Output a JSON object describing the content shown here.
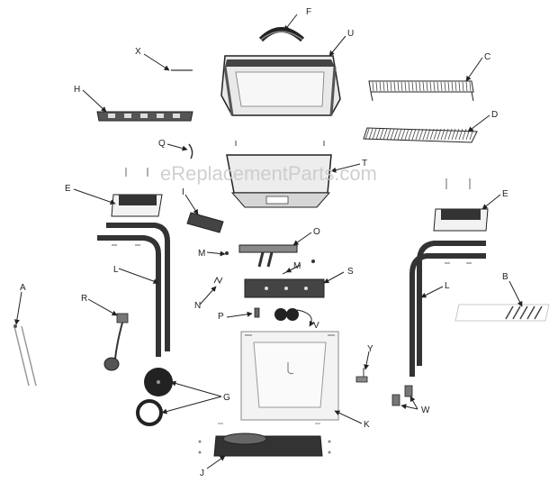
{
  "watermark": "eReplacementParts.com",
  "labels": {
    "A": "A",
    "B": "B",
    "C": "C",
    "D": "D",
    "E1": "E",
    "E2": "E",
    "F": "F",
    "G": "G",
    "H": "H",
    "I": "I",
    "J": "J",
    "K": "K",
    "L1": "L",
    "L2": "L",
    "M1": "M",
    "M2": "M",
    "N": "N",
    "O": "O",
    "P": "P",
    "Q": "Q",
    "R": "R",
    "S": "S",
    "T": "T",
    "U": "U",
    "V": "V",
    "W": "W",
    "X": "X",
    "Y": "Y"
  }
}
